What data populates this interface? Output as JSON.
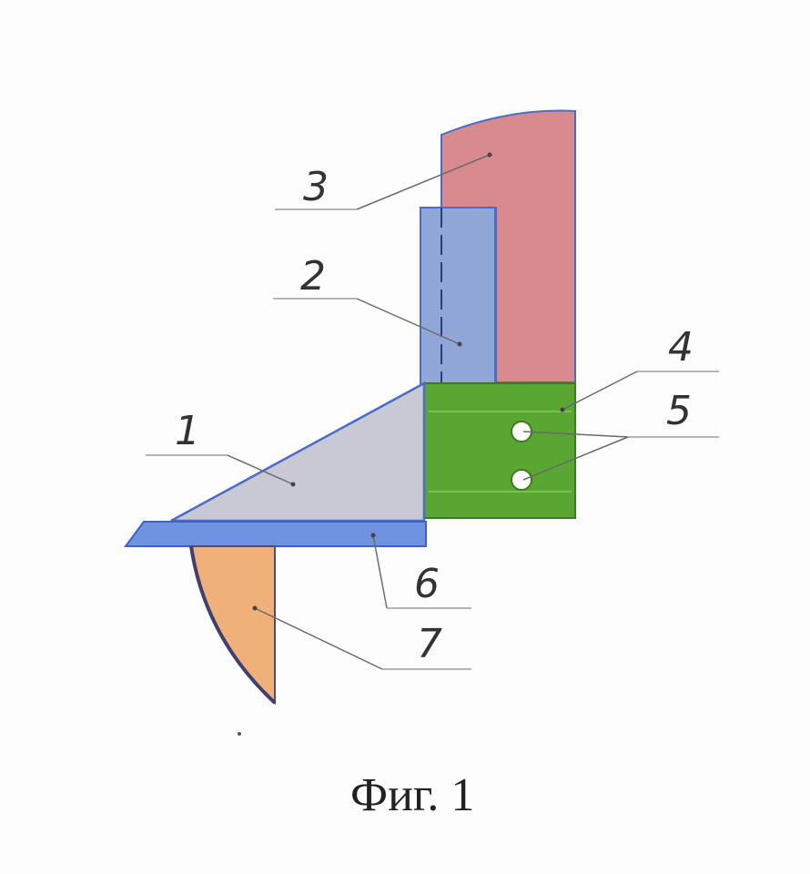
{
  "figure": {
    "caption": "Фиг. 1",
    "colors": {
      "part1": "#c9c9d6",
      "part2": "#8fa6d6",
      "part3": "#d88a8f",
      "part4": "#5aa632",
      "part6": "#6f93e0",
      "part7": "#f0b07a",
      "outline": "#4a6cc8"
    },
    "parts": [
      {
        "number": "1",
        "description": ""
      },
      {
        "number": "2",
        "description": ""
      },
      {
        "number": "3",
        "description": ""
      },
      {
        "number": "4",
        "description": ""
      },
      {
        "number": "5",
        "description": ""
      },
      {
        "number": "6",
        "description": ""
      },
      {
        "number": "7",
        "description": ""
      }
    ]
  }
}
